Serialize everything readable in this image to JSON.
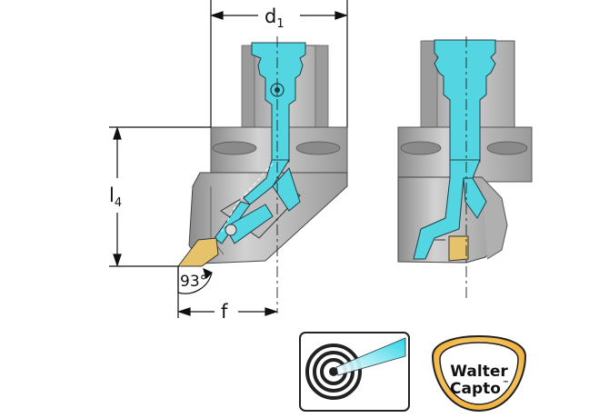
{
  "dimensions": {
    "d1": {
      "main": "d",
      "sub": "1"
    },
    "l4": {
      "main": "l",
      "sub": "4"
    },
    "f": "f",
    "angle": "93°"
  },
  "logo": {
    "line1": "Walter",
    "line2": "Capto",
    "trademark": "™"
  },
  "colors": {
    "coolant": "#54d6e2",
    "body_light": "#c8c8c8",
    "body_mid": "#a5a5a5",
    "body_dark": "#6f6f6f",
    "insert": "#e6c26a",
    "logo_ring": "#f3b437"
  },
  "icons": [
    "internal-coolant-icon",
    "walter-capto-logo"
  ]
}
